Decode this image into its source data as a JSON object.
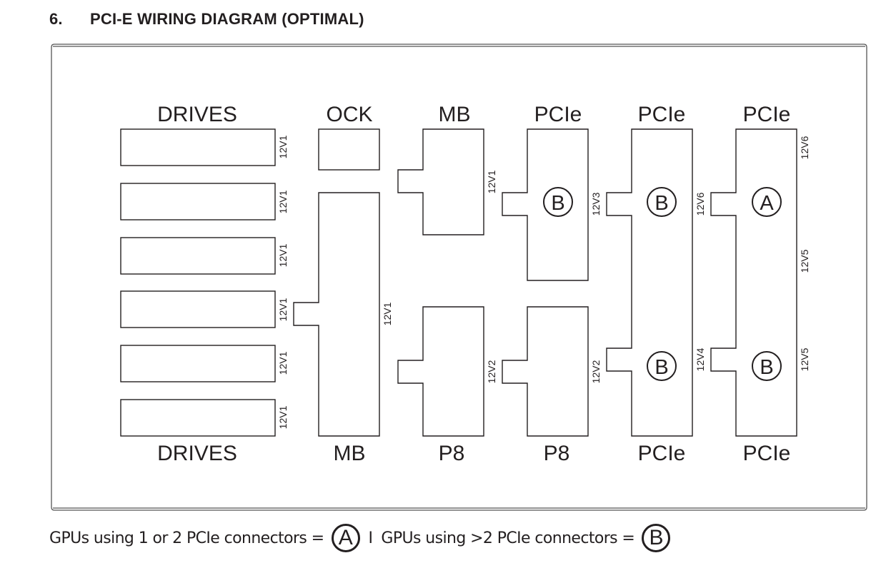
{
  "heading": {
    "number": "6.",
    "title": "PCI-E WIRING DIAGRAM (OPTIMAL)"
  },
  "diagram": {
    "top_labels": [
      "DRIVES",
      "OCK",
      "MB",
      "PCIe",
      "PCIe",
      "PCIe"
    ],
    "bottom_labels": [
      "DRIVES",
      "MB",
      "P8",
      "P8",
      "PCIe",
      "PCIe"
    ],
    "drives": {
      "count": 6,
      "rail_labels": [
        "12V1",
        "12V1",
        "12V1",
        "12V1",
        "12V1",
        "12V1"
      ]
    },
    "connectors": [
      {
        "id": "ock",
        "rail": ""
      },
      {
        "id": "mb-main",
        "rail": "12V1"
      },
      {
        "id": "mb-cpu",
        "rail": "12V1"
      },
      {
        "id": "p8-1",
        "rail": "12V2"
      },
      {
        "id": "pcie-1",
        "rail": "12V3",
        "marker": "B"
      },
      {
        "id": "p8-2",
        "rail": "12V2"
      },
      {
        "id": "pcie-2",
        "rails": [
          "12V6",
          "12V4"
        ],
        "markers": [
          "B",
          "B"
        ]
      },
      {
        "id": "pcie-3",
        "rails": [
          "12V6",
          "12V5",
          "12V5"
        ],
        "markers": [
          "A",
          "B"
        ]
      }
    ]
  },
  "legend": {
    "a_text": "GPUs using 1 or 2 PCIe connectors =",
    "a_marker": "A",
    "separator": "I",
    "b_text": "GPUs using >2 PCIe connectors =",
    "b_marker": "B"
  },
  "colors": {
    "ink": "#231f20",
    "frame": "#555555"
  }
}
